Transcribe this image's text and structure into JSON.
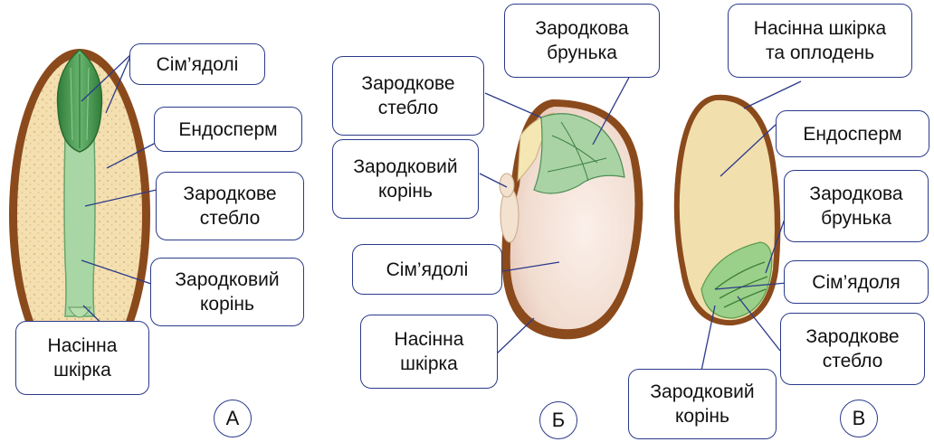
{
  "colors": {
    "seed_coat": "#8b4a1c",
    "endosperm": "#f3dfb0",
    "embryo_green": "#4fa05a",
    "cotyledon_bean": "#f6e6dc",
    "label_border": "#2b3a8a"
  },
  "figure_a": {
    "badge": "А",
    "labels": {
      "cotyledons": "Сім’ядолі",
      "endosperm": "Ендосперм",
      "stem": "Зародкове\nстебло",
      "root": "Зародковий\nкорінь",
      "seed_coat": "Насінна\nшкірка"
    }
  },
  "figure_b": {
    "badge": "Б",
    "labels": {
      "bud": "Зародкова\nбрунька",
      "stem": "Зародкове\nстебло",
      "root": "Зародковий\nкорінь",
      "cotyledons": "Сім’ядолі",
      "seed_coat": "Насінна\nшкірка"
    }
  },
  "figure_c": {
    "badge": "В",
    "labels": {
      "coat_pericarp": "Насінна шкірка\nта оплодень",
      "endosperm": "Ендосперм",
      "bud": "Зародкова\nбрунька",
      "cotyledon": "Сім’ядоля",
      "stem": "Зародкове\nстебло",
      "root": "Зародковий\nкорінь"
    }
  }
}
